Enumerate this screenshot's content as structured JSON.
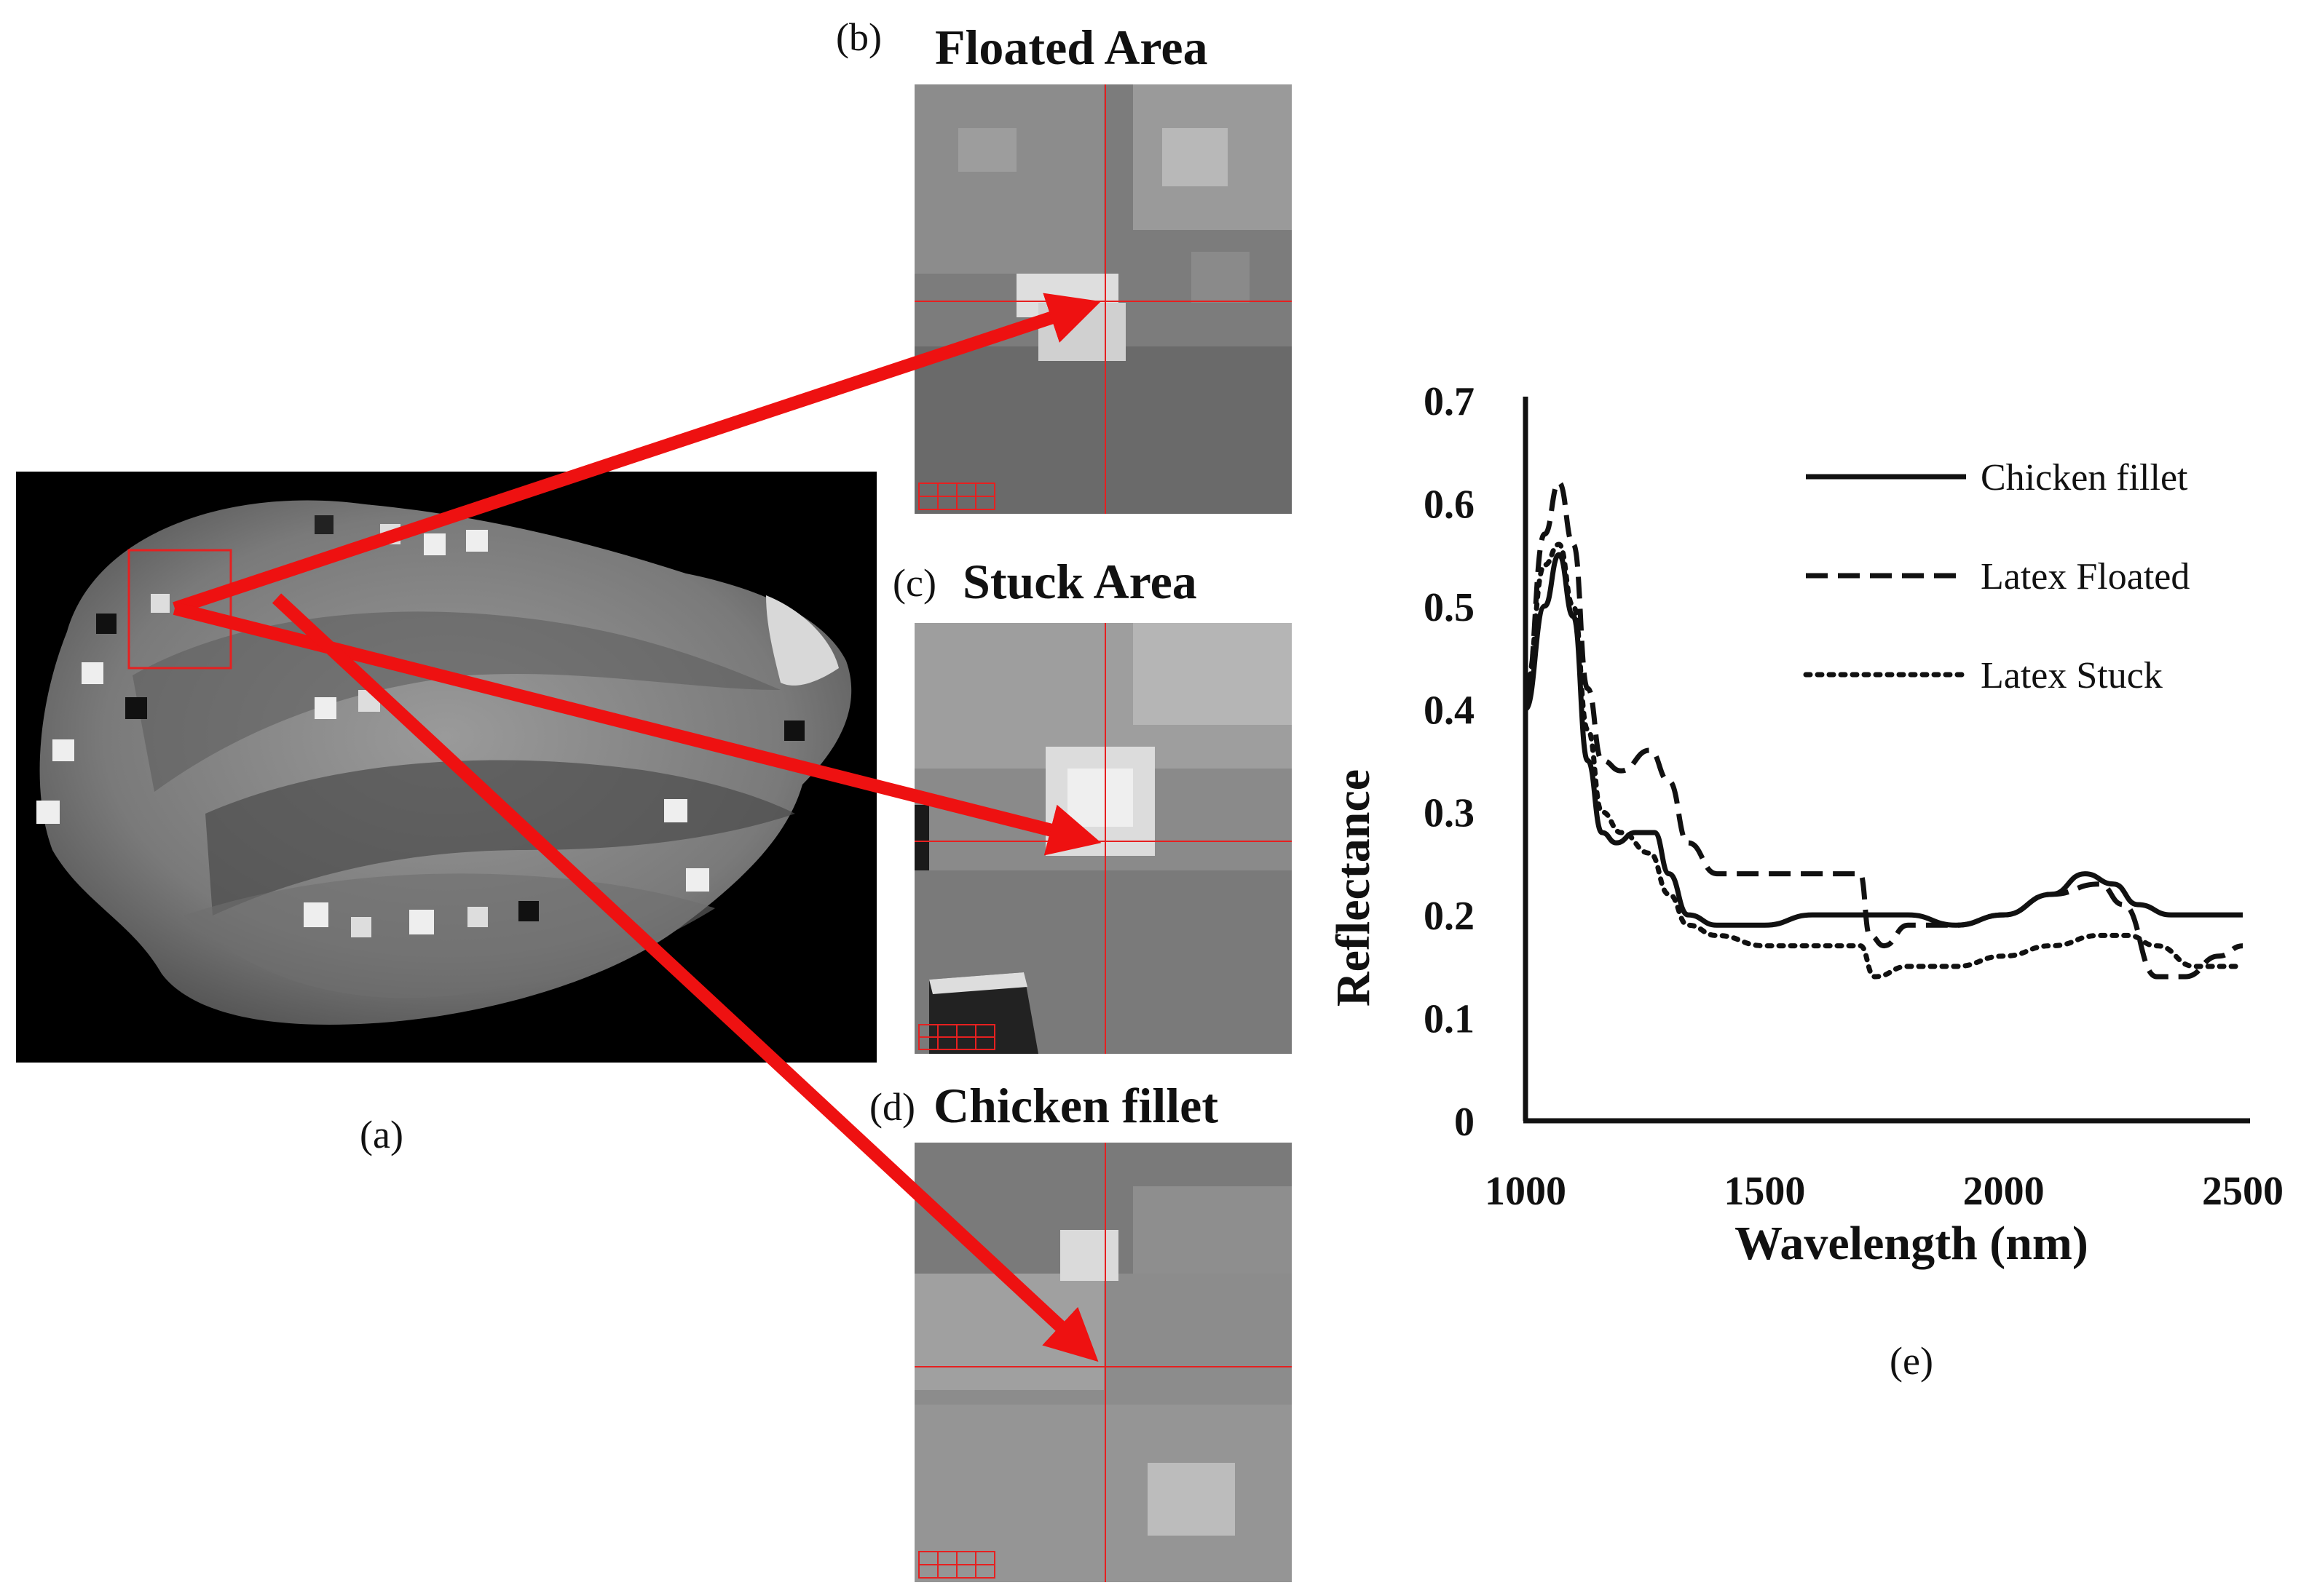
{
  "panels": {
    "a": {
      "label": "(a)"
    },
    "b": {
      "label": "(b)",
      "title": "Floated Area"
    },
    "c": {
      "label": "(c)",
      "title": "Stuck Area"
    },
    "d": {
      "label": "(d)",
      "title": "Chicken fillet"
    },
    "e": {
      "label": "(e)"
    }
  },
  "colors": {
    "arrow": "#ee1111",
    "crosshair": "#e62020",
    "photo_bg": "#000000",
    "line": "#111111"
  },
  "chart_data": {
    "type": "line",
    "xlabel": "Wavelength (nm)",
    "ylabel": "Reflectance",
    "xlim": [
      1000,
      2500
    ],
    "ylim": [
      0,
      0.7
    ],
    "x_ticks": [
      "1000",
      "1500",
      "2000",
      "2500"
    ],
    "y_ticks": [
      "0",
      "0.1",
      "0.2",
      "0.3",
      "0.4",
      "0.5",
      "0.6",
      "0.7"
    ],
    "grid": false,
    "legend_position": "top-right",
    "series": [
      {
        "name": "Chicken fillet",
        "style": "solid",
        "x": [
          1000,
          1040,
          1070,
          1100,
          1130,
          1160,
          1190,
          1230,
          1270,
          1300,
          1340,
          1400,
          1500,
          1600,
          1700,
          1800,
          1900,
          2000,
          2100,
          2170,
          2230,
          2280,
          2350,
          2450,
          2500
        ],
        "y": [
          0.4,
          0.5,
          0.55,
          0.49,
          0.35,
          0.28,
          0.27,
          0.28,
          0.28,
          0.24,
          0.2,
          0.19,
          0.19,
          0.2,
          0.2,
          0.2,
          0.19,
          0.2,
          0.22,
          0.24,
          0.23,
          0.21,
          0.2,
          0.2,
          0.2
        ]
      },
      {
        "name": "Latex Floated",
        "style": "dashed",
        "x": [
          1000,
          1040,
          1070,
          1100,
          1130,
          1160,
          1200,
          1260,
          1300,
          1340,
          1400,
          1500,
          1600,
          1700,
          1720,
          1750,
          1800,
          1900,
          2000,
          2100,
          2200,
          2250,
          2320,
          2380,
          2450,
          2500
        ],
        "y": [
          0.41,
          0.57,
          0.62,
          0.56,
          0.42,
          0.35,
          0.34,
          0.36,
          0.33,
          0.27,
          0.24,
          0.24,
          0.24,
          0.24,
          0.18,
          0.17,
          0.19,
          0.19,
          0.2,
          0.22,
          0.23,
          0.21,
          0.14,
          0.14,
          0.16,
          0.17
        ]
      },
      {
        "name": "Latex Stuck",
        "style": "dotted",
        "x": [
          1000,
          1040,
          1070,
          1100,
          1130,
          1160,
          1200,
          1260,
          1300,
          1340,
          1400,
          1500,
          1600,
          1700,
          1730,
          1800,
          1900,
          2000,
          2100,
          2200,
          2260,
          2320,
          2400,
          2500
        ],
        "y": [
          0.42,
          0.54,
          0.56,
          0.5,
          0.38,
          0.3,
          0.28,
          0.26,
          0.22,
          0.19,
          0.18,
          0.17,
          0.17,
          0.17,
          0.14,
          0.15,
          0.15,
          0.16,
          0.17,
          0.18,
          0.18,
          0.17,
          0.15,
          0.15
        ]
      }
    ]
  }
}
